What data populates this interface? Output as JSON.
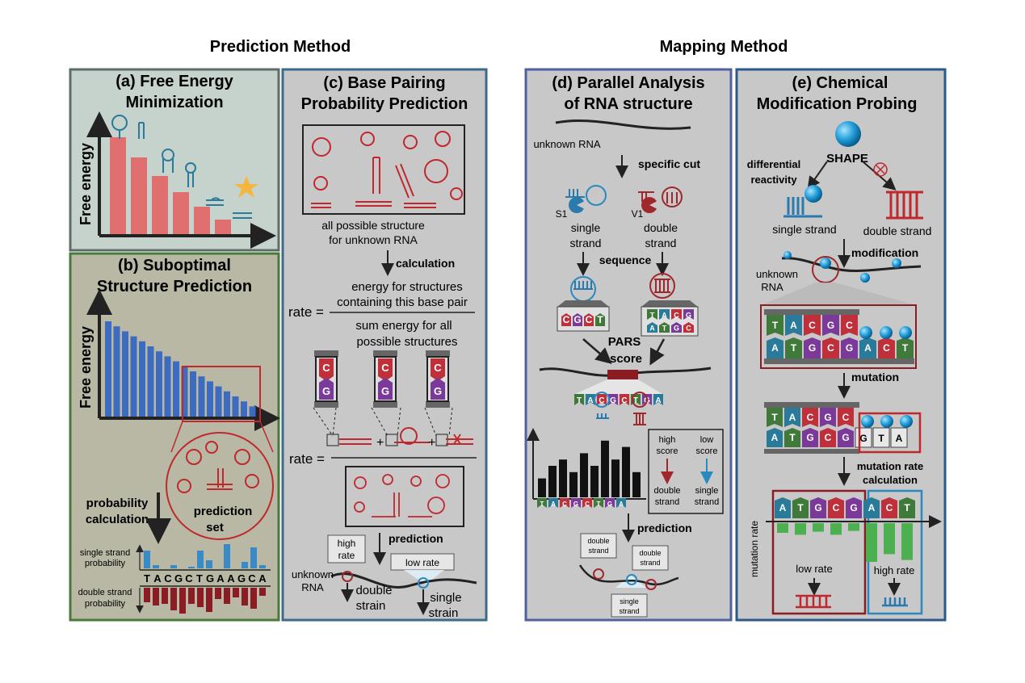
{
  "headers": {
    "prediction": "Prediction Method",
    "mapping": "Mapping Method"
  },
  "panel_a": {
    "title_l1": "(a) Free Energy",
    "title_l2": "Minimization",
    "ylabel": "Free energy"
  },
  "panel_b": {
    "title_l1": "(b) Suboptimal",
    "title_l2": "Structure Prediction",
    "ylabel": "Free energy",
    "prob_calc_l1": "probability",
    "prob_calc_l2": "calculation",
    "pred_set_l1": "prediction",
    "pred_set_l2": "set",
    "single_l1": "single strand",
    "single_l2": "probability",
    "double_l1": "double strand",
    "double_l2": "probability",
    "sequence": "TACGCTGAAGCA"
  },
  "panel_c": {
    "title_l1": "(c) Base Pairing",
    "title_l2": "Probability Prediction",
    "all_possible_l1": "all possible structure",
    "all_possible_l2": "for unknown RNA",
    "calculation": "calculation",
    "rate": "rate =",
    "num_l1": "energy for structures",
    "num_l2": "containing this base pair",
    "den_l1": "sum energy for all",
    "den_l2": "possible structures",
    "bp_top": "C",
    "bp_bottom": "G",
    "rate2": "rate =",
    "plus": "+",
    "high_rate_l1": "high",
    "high_rate_l2": "rate",
    "prediction": "prediction",
    "low_rate": "low rate",
    "unknown_l1": "unknown",
    "unknown_l2": "RNA",
    "double_l1": "double",
    "double_l2": "strain",
    "single_l1": "single",
    "single_l2": "strain"
  },
  "panel_d": {
    "title_l1": "(d) Parallel Analysis",
    "title_l2": "of RNA structure",
    "unknown": "unknown RNA",
    "specific_cut": "specific cut",
    "s1": "S1",
    "v1": "V1",
    "single_l1": "single",
    "single_l2": "strand",
    "double_l1": "double",
    "double_l2": "strand",
    "sequence": "sequence",
    "pars_l1": "PARS",
    "pars_l2": "score",
    "seq_tile_left": [
      "C",
      "G",
      "C",
      "T"
    ],
    "seq_tile_right_top": [
      "T",
      "A",
      "C",
      "G"
    ],
    "seq_tile_right_bottom": [
      "A",
      "T",
      "G",
      "C"
    ],
    "strip_seq": [
      "T",
      "A",
      "C",
      "G",
      "C",
      "T",
      "G",
      "A"
    ],
    "bars": [
      3,
      5,
      6,
      4,
      7,
      5,
      9,
      6,
      8,
      4
    ],
    "high_score_l1": "high",
    "high_score_l2": "score",
    "low_score_l1": "low",
    "low_score_l2": "score",
    "ds_l1": "double",
    "ds_l2": "strand",
    "ss_l1": "single",
    "ss_l2": "strand",
    "prediction": "prediction",
    "box_ds1_l1": "double",
    "box_ds1_l2": "strand",
    "box_ds2_l1": "double",
    "box_ds2_l2": "strand",
    "box_ss_l1": "single",
    "box_ss_l2": "strand"
  },
  "panel_e": {
    "title_l1": "(e) Chemical",
    "title_l2": "Modification Probing",
    "shape": "SHAPE",
    "diff_l1": "differential",
    "diff_l2": "reactivity",
    "single": "single strand",
    "double": "double strand",
    "modification": "modification",
    "unknown_l1": "unknown",
    "unknown_l2": "RNA",
    "tiles_top": [
      "T",
      "A",
      "C",
      "G",
      "C"
    ],
    "tiles_bottom": [
      "A",
      "T",
      "G",
      "C",
      "G",
      "A",
      "C",
      "T"
    ],
    "mutation": "mutation",
    "tiles2_top": [
      "T",
      "A",
      "C",
      "G",
      "C"
    ],
    "tiles2_bottom": [
      "A",
      "T",
      "G",
      "C",
      "G",
      "G",
      "T",
      "A"
    ],
    "mut_rate_calc_l1": "mutation rate",
    "mut_rate_calc_l2": "calculation",
    "tiles3": [
      "A",
      "T",
      "G",
      "C",
      "G",
      "A",
      "C",
      "T"
    ],
    "y_axis": "mutation rate",
    "low_rate": "low rate",
    "high_rate": "high rate",
    "mut_bars": [
      0.25,
      0.3,
      0.22,
      0.3,
      0.2,
      1.0,
      0.8,
      0.95
    ]
  },
  "colors": {
    "panel_bg": "#c8c8c8",
    "panel_a_bg": "#c6d2cc",
    "panel_b_bg": "#b8b8a4",
    "border_blue": "#3b6aa0",
    "border_green": "#4a7a3a",
    "border_gray": "#5d6e6a",
    "red_struct": "#c0282d",
    "salmon_bar": "#e07070",
    "blue_bar": "#3d6bbf",
    "tile_T": "#3f7a3a",
    "tile_A": "#2a7a9a",
    "tile_C": "#c0303a",
    "tile_G": "#7b3a9a",
    "green_bar": "#4caf50"
  }
}
